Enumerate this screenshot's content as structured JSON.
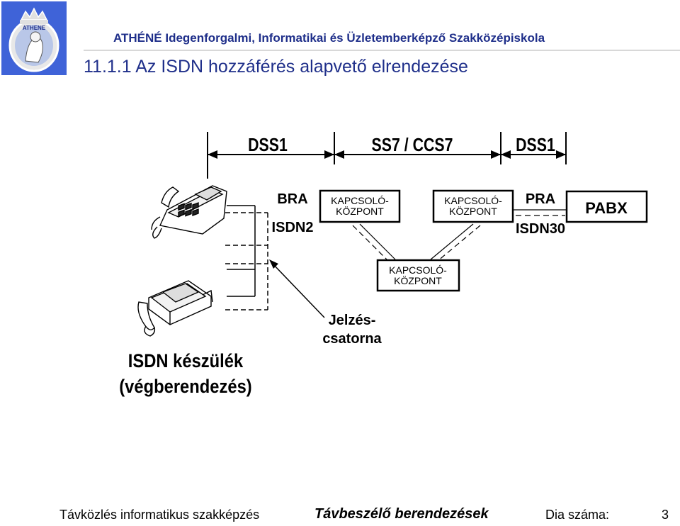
{
  "header": {
    "school": "ATHÉNÉ Idegenforgalmi, Informatikai és Üzletemberképző Szakközépiskola",
    "logo_text": "ATHENE",
    "title": "11.1.1  Az ISDN hozzáférés alapvető elrendezése"
  },
  "diagram": {
    "protocols": {
      "left": "DSS1",
      "middle": "SS7 / CCS7",
      "right": "DSS1"
    },
    "bra": "BRA",
    "isdn2": "ISDN2",
    "pra": "PRA",
    "isdn30": "ISDN30",
    "pabx": "PABX",
    "exchange_a": [
      "KAPCSOLÓ-",
      "KÖZPONT"
    ],
    "exchange_b": [
      "KAPCSOLÓ-",
      "KÖZPONT"
    ],
    "exchange_c": [
      "KAPCSOLÓ-",
      "KÖZPONT"
    ],
    "signal_channel": [
      "Jelzés-",
      "csatorna"
    ],
    "device": [
      "ISDN készülék",
      "(végberendezés)"
    ],
    "icons": [
      "telephone-icon",
      "fax-machine-icon"
    ]
  },
  "footer": {
    "left": "Távközlés informatikus szakképzés",
    "middle": "Távbeszélő berendezések",
    "right": "Dia száma:",
    "page": "3"
  }
}
